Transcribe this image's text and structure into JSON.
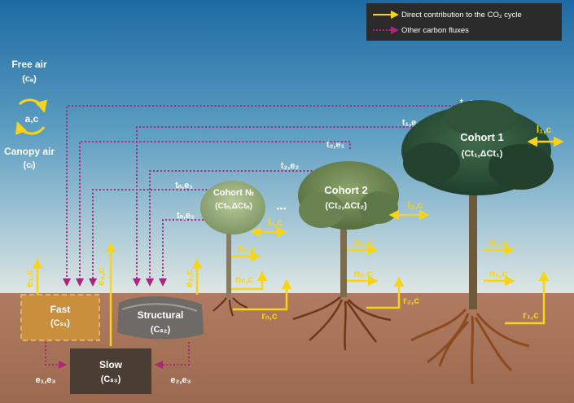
{
  "legend": {
    "direct": "Direct contribution to the CO₂ cycle",
    "other": "Other carbon fluxes"
  },
  "colors": {
    "direct_arrow": "#f7d417",
    "other_flux": "#a8277a",
    "sky_top": "#1f6fa6",
    "sky_bottom": "#d9e4e6",
    "soil": "#a47258"
  },
  "air": {
    "free_air": "Free air",
    "free_air_sym": "(cₐ)",
    "exchange": "a,c",
    "canopy_air": "Canopy air",
    "canopy_air_sym": "(cᵢ)"
  },
  "pools": {
    "fast": "Fast",
    "fast_sym": "(Cₛ₁)",
    "structural": "Structural",
    "structural_sym": "(Cₛ₂)",
    "slow": "Slow",
    "slow_sym": "(Cₛ₃)"
  },
  "cohorts": {
    "c1_title": "Cohort 1",
    "c1_sym": "(Ct₁,ΔCt₁)",
    "c2_title": "Cohort 2",
    "c2_sym": "(Ct₂,ΔCt₂)",
    "cn_title": "Cohort Nₜ",
    "cn_sym": "(Ctₙ,ΔCtₙ)",
    "ellipsis": "•••"
  },
  "flux_labels": {
    "t1e1": "t₁,e₁",
    "t1e2": "t₁,e₂",
    "t2e1": "t₂,e₁",
    "t2e2": "t₂,e₂",
    "tne1": "tₙ,e₁",
    "tne2": "tₙ,e₂",
    "l1c": "l₁,c",
    "l2c": "l₂,c",
    "lnc": "lₙ,c",
    "d1c": "Δ₁,c",
    "d2c": "Δ₂,c",
    "dnc": "Δₙ,c",
    "n1c": "n₁,c",
    "n2c": "n₂,c",
    "nnc": "nₙ,c",
    "r1c": "r₁,c",
    "r2c": "r₂,c",
    "rnc": "rₙ,c",
    "e1c": "e₁,c",
    "e2c": "e₂,c",
    "e3c": "e₃,c",
    "e1e3": "e₁,e₃",
    "e2e3": "e₂,e₃"
  }
}
